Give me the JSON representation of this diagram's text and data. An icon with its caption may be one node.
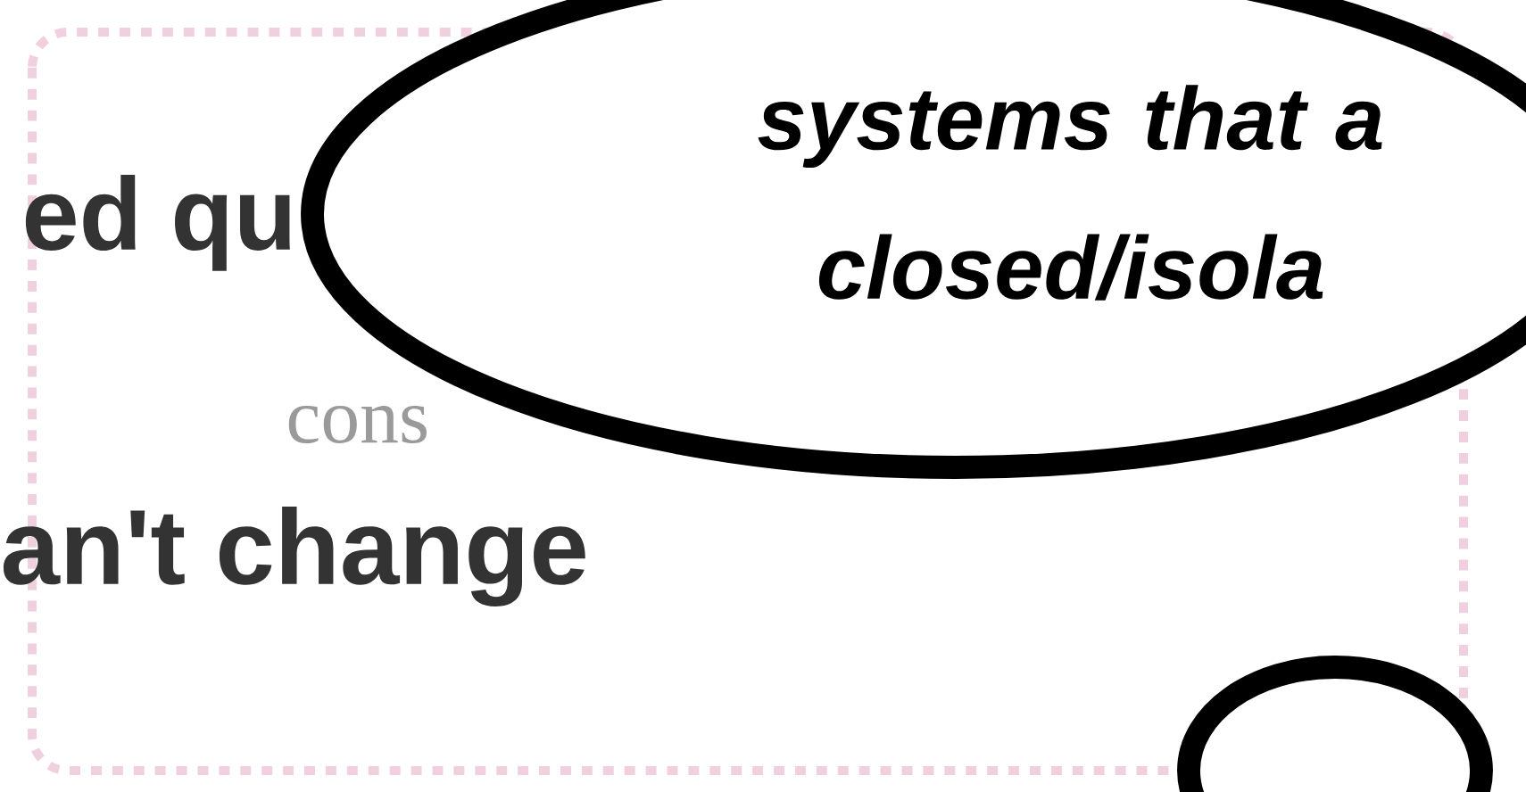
{
  "diagram": {
    "nodes": [
      {
        "text": [
          "ed qu",
          "cons",
          "an't change"
        ]
      },
      {
        "text": [
          "systems that a closed/isola"
        ]
      },
      {
        "text": [],
        "shape": "circle"
      }
    ]
  }
}
